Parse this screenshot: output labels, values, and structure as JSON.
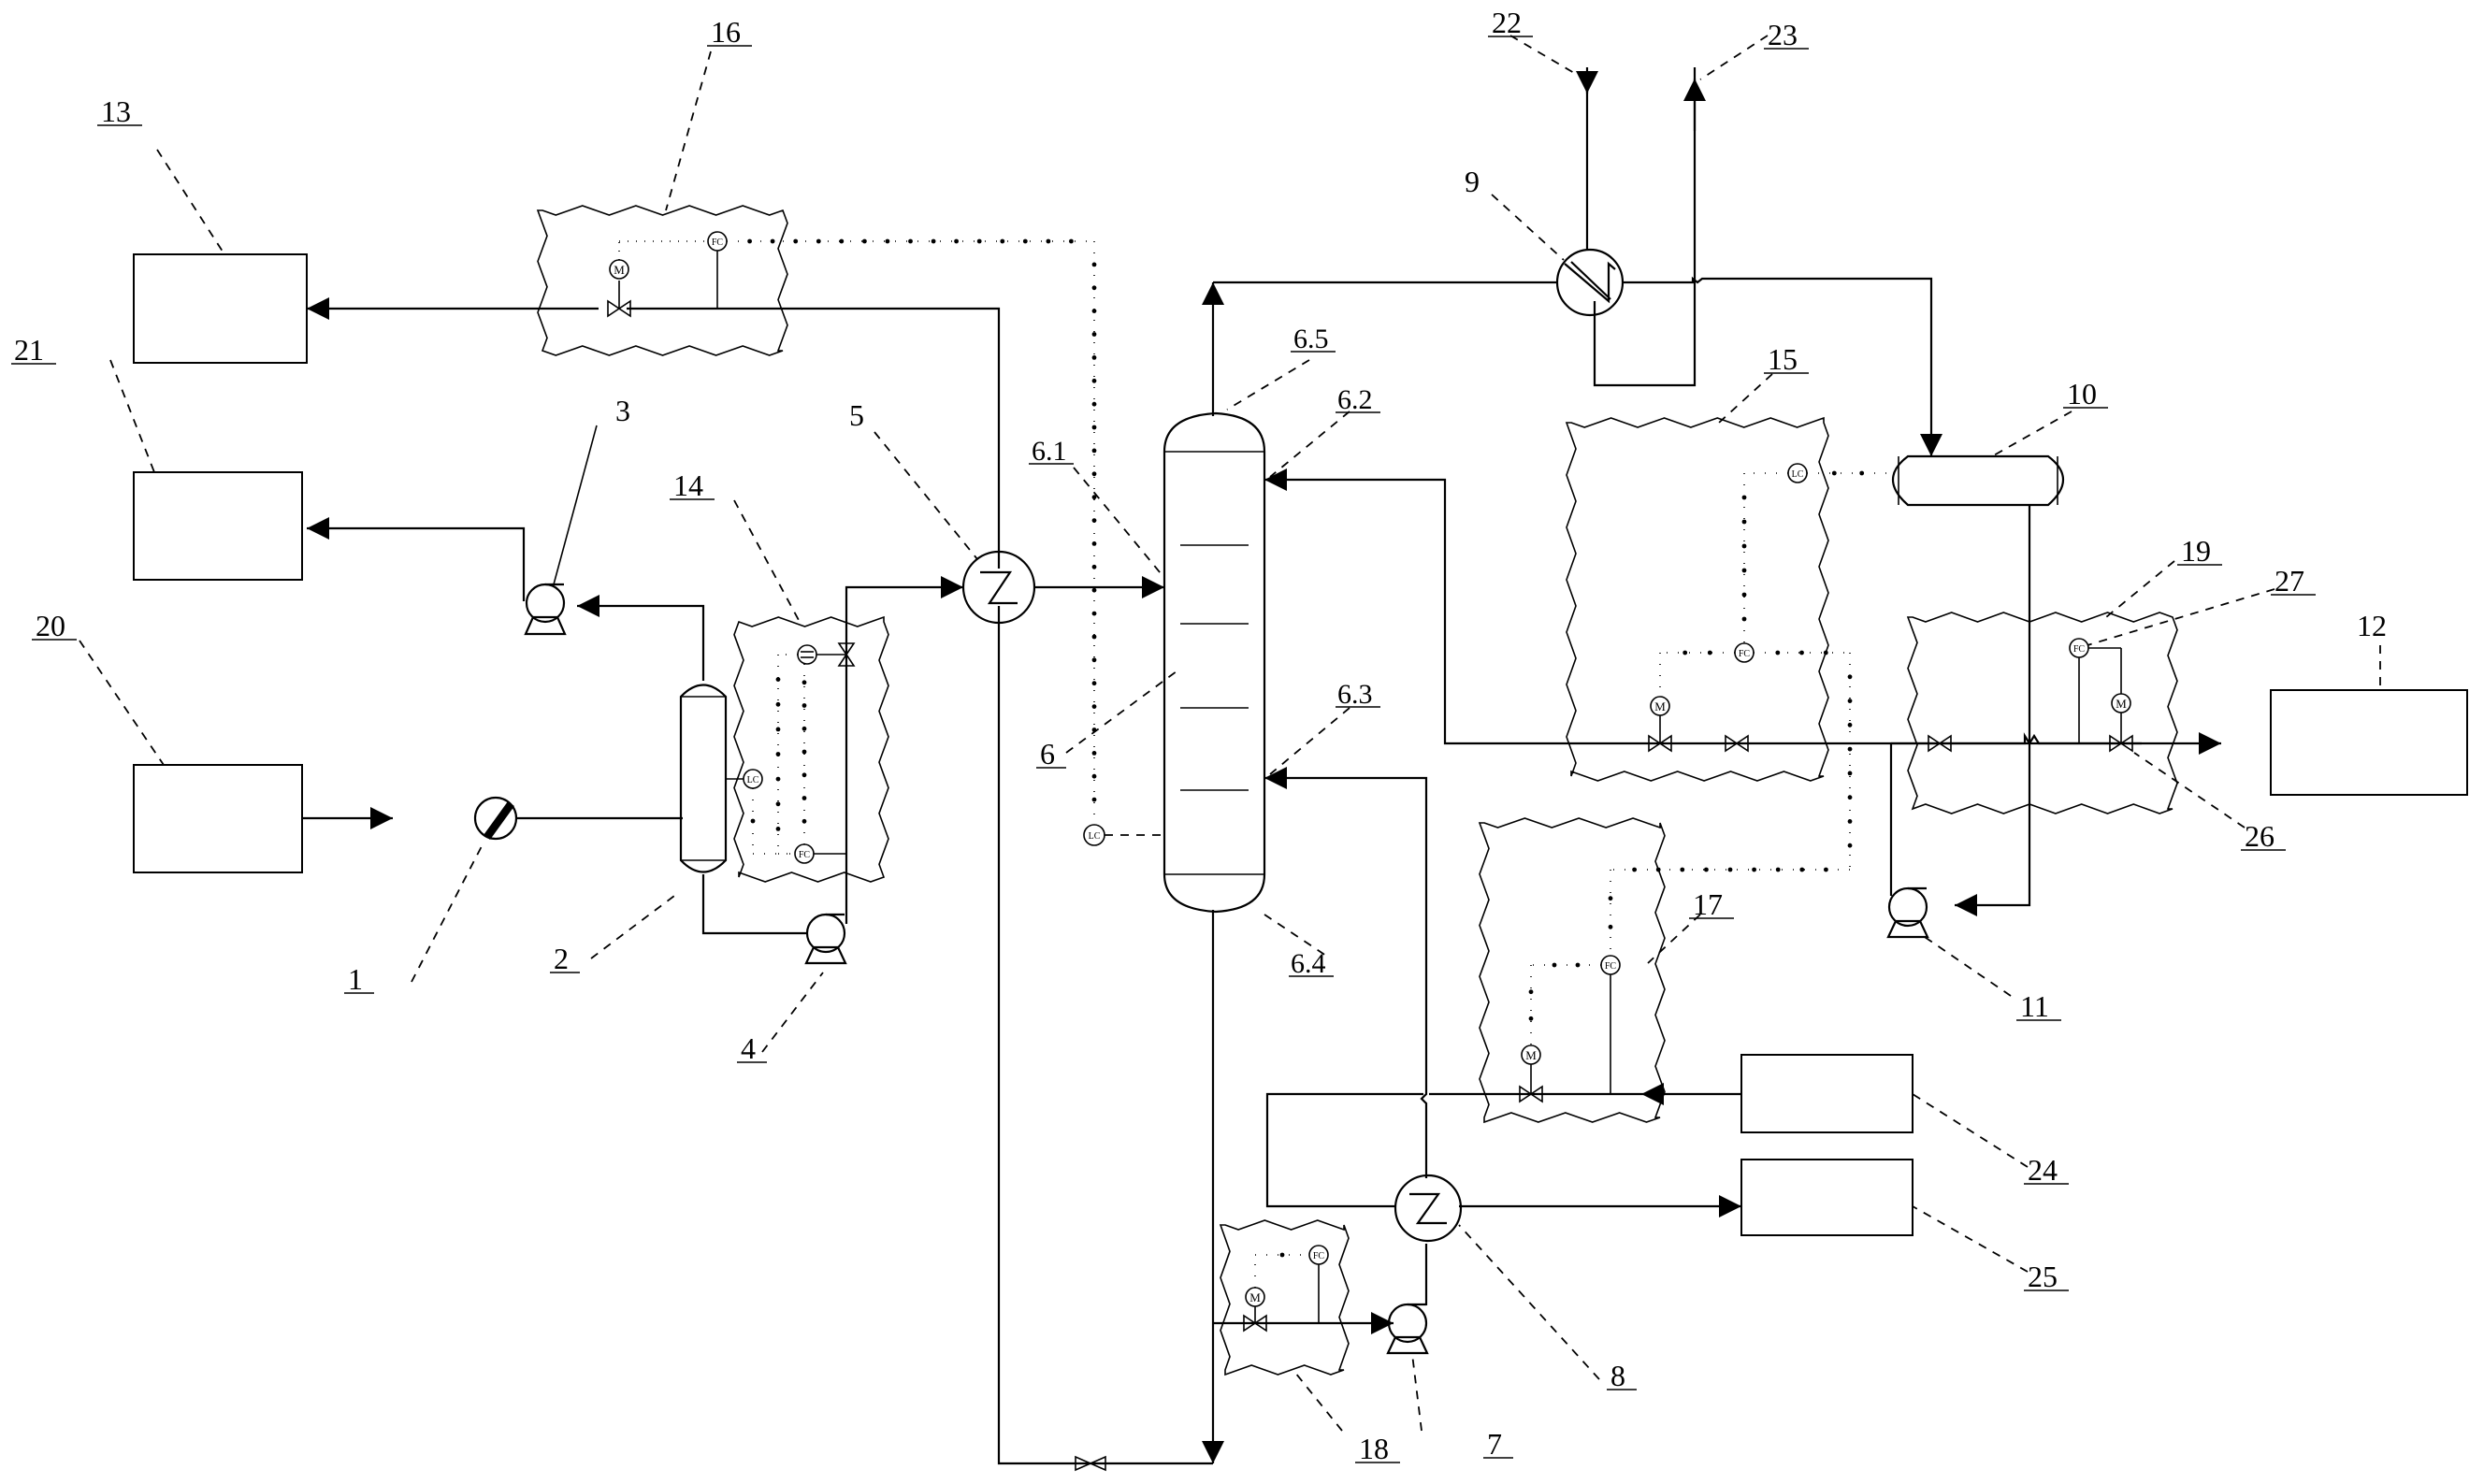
{
  "labels": {
    "l1": "1",
    "l2": "2",
    "l3": "3",
    "l4": "4",
    "l5": "5",
    "l6": "6",
    "l6_1": "6.1",
    "l6_2": "6.2",
    "l6_3": "6.3",
    "l6_4": "6.4",
    "l6_5": "6.5",
    "l7": "7",
    "l8": "8",
    "l9": "9",
    "l10": "10",
    "l11": "11",
    "l12": "12",
    "l13": "13",
    "l14": "14",
    "l15": "15",
    "l16": "16",
    "l17": "17",
    "l18": "18",
    "l19": "19",
    "l20": "20",
    "l21": "21",
    "l22": "22",
    "l23": "23",
    "l24": "24",
    "l25": "25",
    "l26": "26",
    "l27": "27"
  },
  "instruments": {
    "motor": "M",
    "flow_controller": "FC",
    "level_controller": "LC"
  }
}
